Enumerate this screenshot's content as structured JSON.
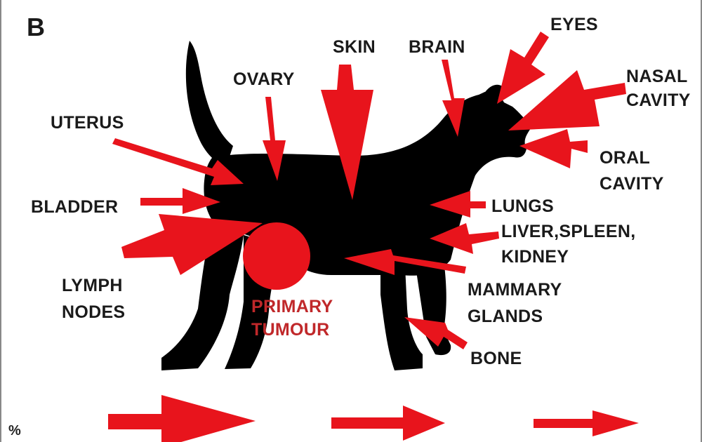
{
  "panel_letter": "B",
  "labels": {
    "uterus": "UTERUS",
    "ovary": "OVARY",
    "skin": "SKIN",
    "brain": "BRAIN",
    "eyes": "EYES",
    "nasal_1": "NASAL",
    "nasal_2": "CAVITY",
    "oral_1": "ORAL",
    "oral_2": "CAVITY",
    "bladder": "BLADDER",
    "lungs": "LUNGS",
    "liver_1": "LIVER,SPLEEN,",
    "liver_2": "KIDNEY",
    "lymph_1": "LYMPH",
    "lymph_2": "NODES",
    "mammary_1": "MAMMARY",
    "mammary_2": "GLANDS",
    "bone": "BONE",
    "primary_1": "PRIMARY",
    "primary_2": "TUMOUR"
  },
  "legend_symbol": "%",
  "colors": {
    "arrow": "#e8141c",
    "silhouette": "#000000",
    "tumour": "#e8141c",
    "primary_text": "#c0282a"
  }
}
